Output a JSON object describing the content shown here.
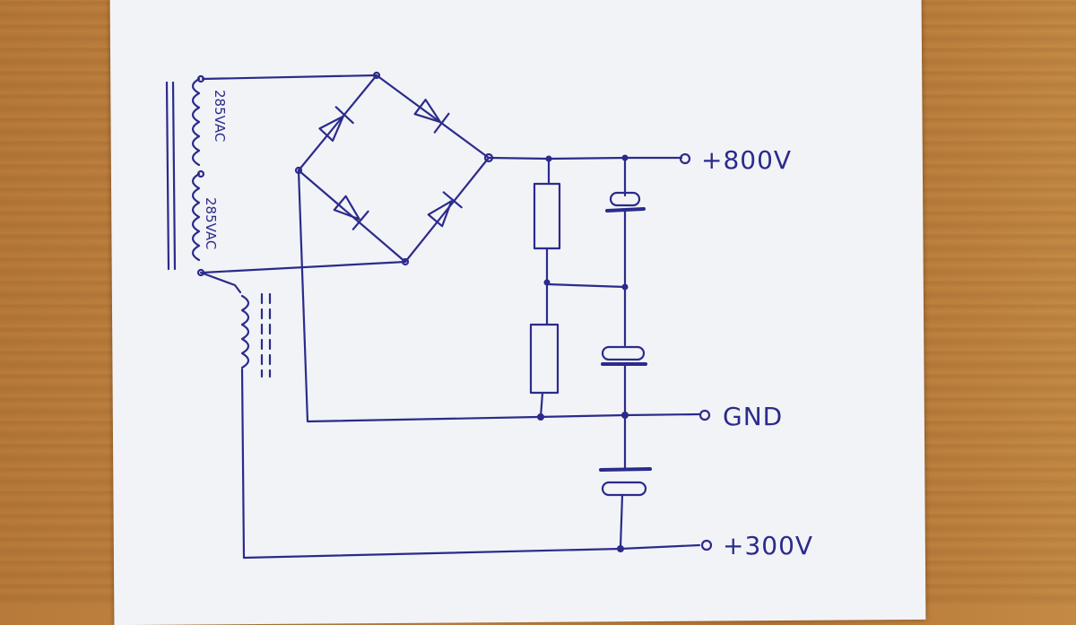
{
  "terminals": {
    "positive_high": "+800V",
    "ground": "GND",
    "positive_low": "+300V"
  },
  "transformer": {
    "upper_winding_label": "285VAC",
    "lower_winding_label": "285VAC"
  },
  "colors": {
    "ink": "#2b2b8c",
    "paper": "#f2f3f6",
    "table": "#c98d48"
  }
}
